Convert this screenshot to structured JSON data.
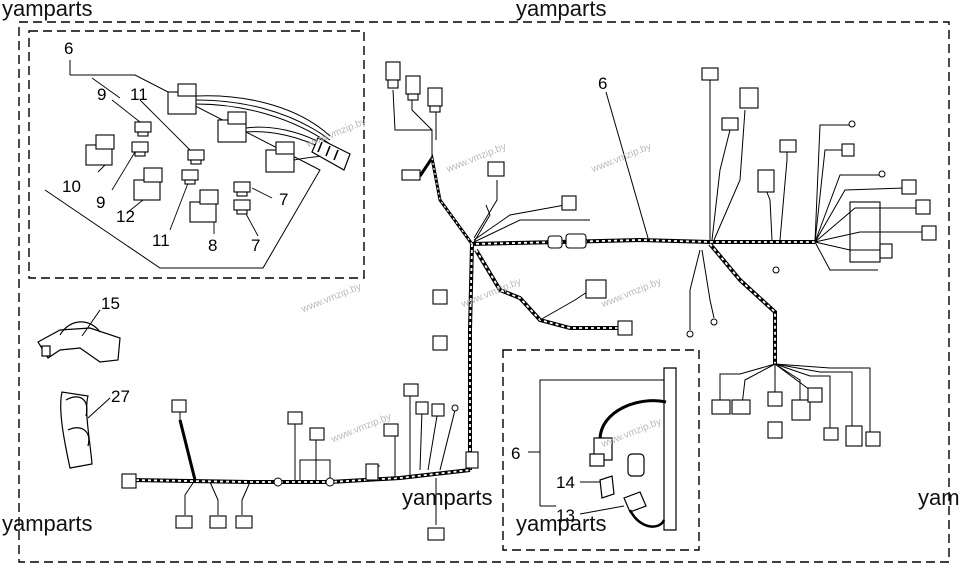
{
  "watermarks": {
    "top_left": "yamparts",
    "top_center": "yamparts",
    "bottom_left": "yamparts",
    "center": "yamparts",
    "bottom_center": "yamparts",
    "right_edge": "yam"
  },
  "site_watermarks": [
    "www.vmzip.by",
    "www.vmzip.by",
    "www.vmzip.by",
    "www.vmzip.by",
    "www.vmzip.by",
    "www.vmzip.by",
    "www.vmzip.by",
    "www.vmzip.by"
  ],
  "callouts": {
    "inset_top_6": "6",
    "inset_9_top": "9",
    "inset_11_top": "11",
    "inset_10": "10",
    "inset_9_bottom": "9",
    "inset_12": "12",
    "inset_11_bottom": "11",
    "inset_8": "8",
    "inset_7_right": "7",
    "inset_7_bottom": "7",
    "main_6": "6",
    "part_15": "15",
    "part_27": "27",
    "lower_6": "6",
    "part_14": "14",
    "part_13": "13"
  }
}
